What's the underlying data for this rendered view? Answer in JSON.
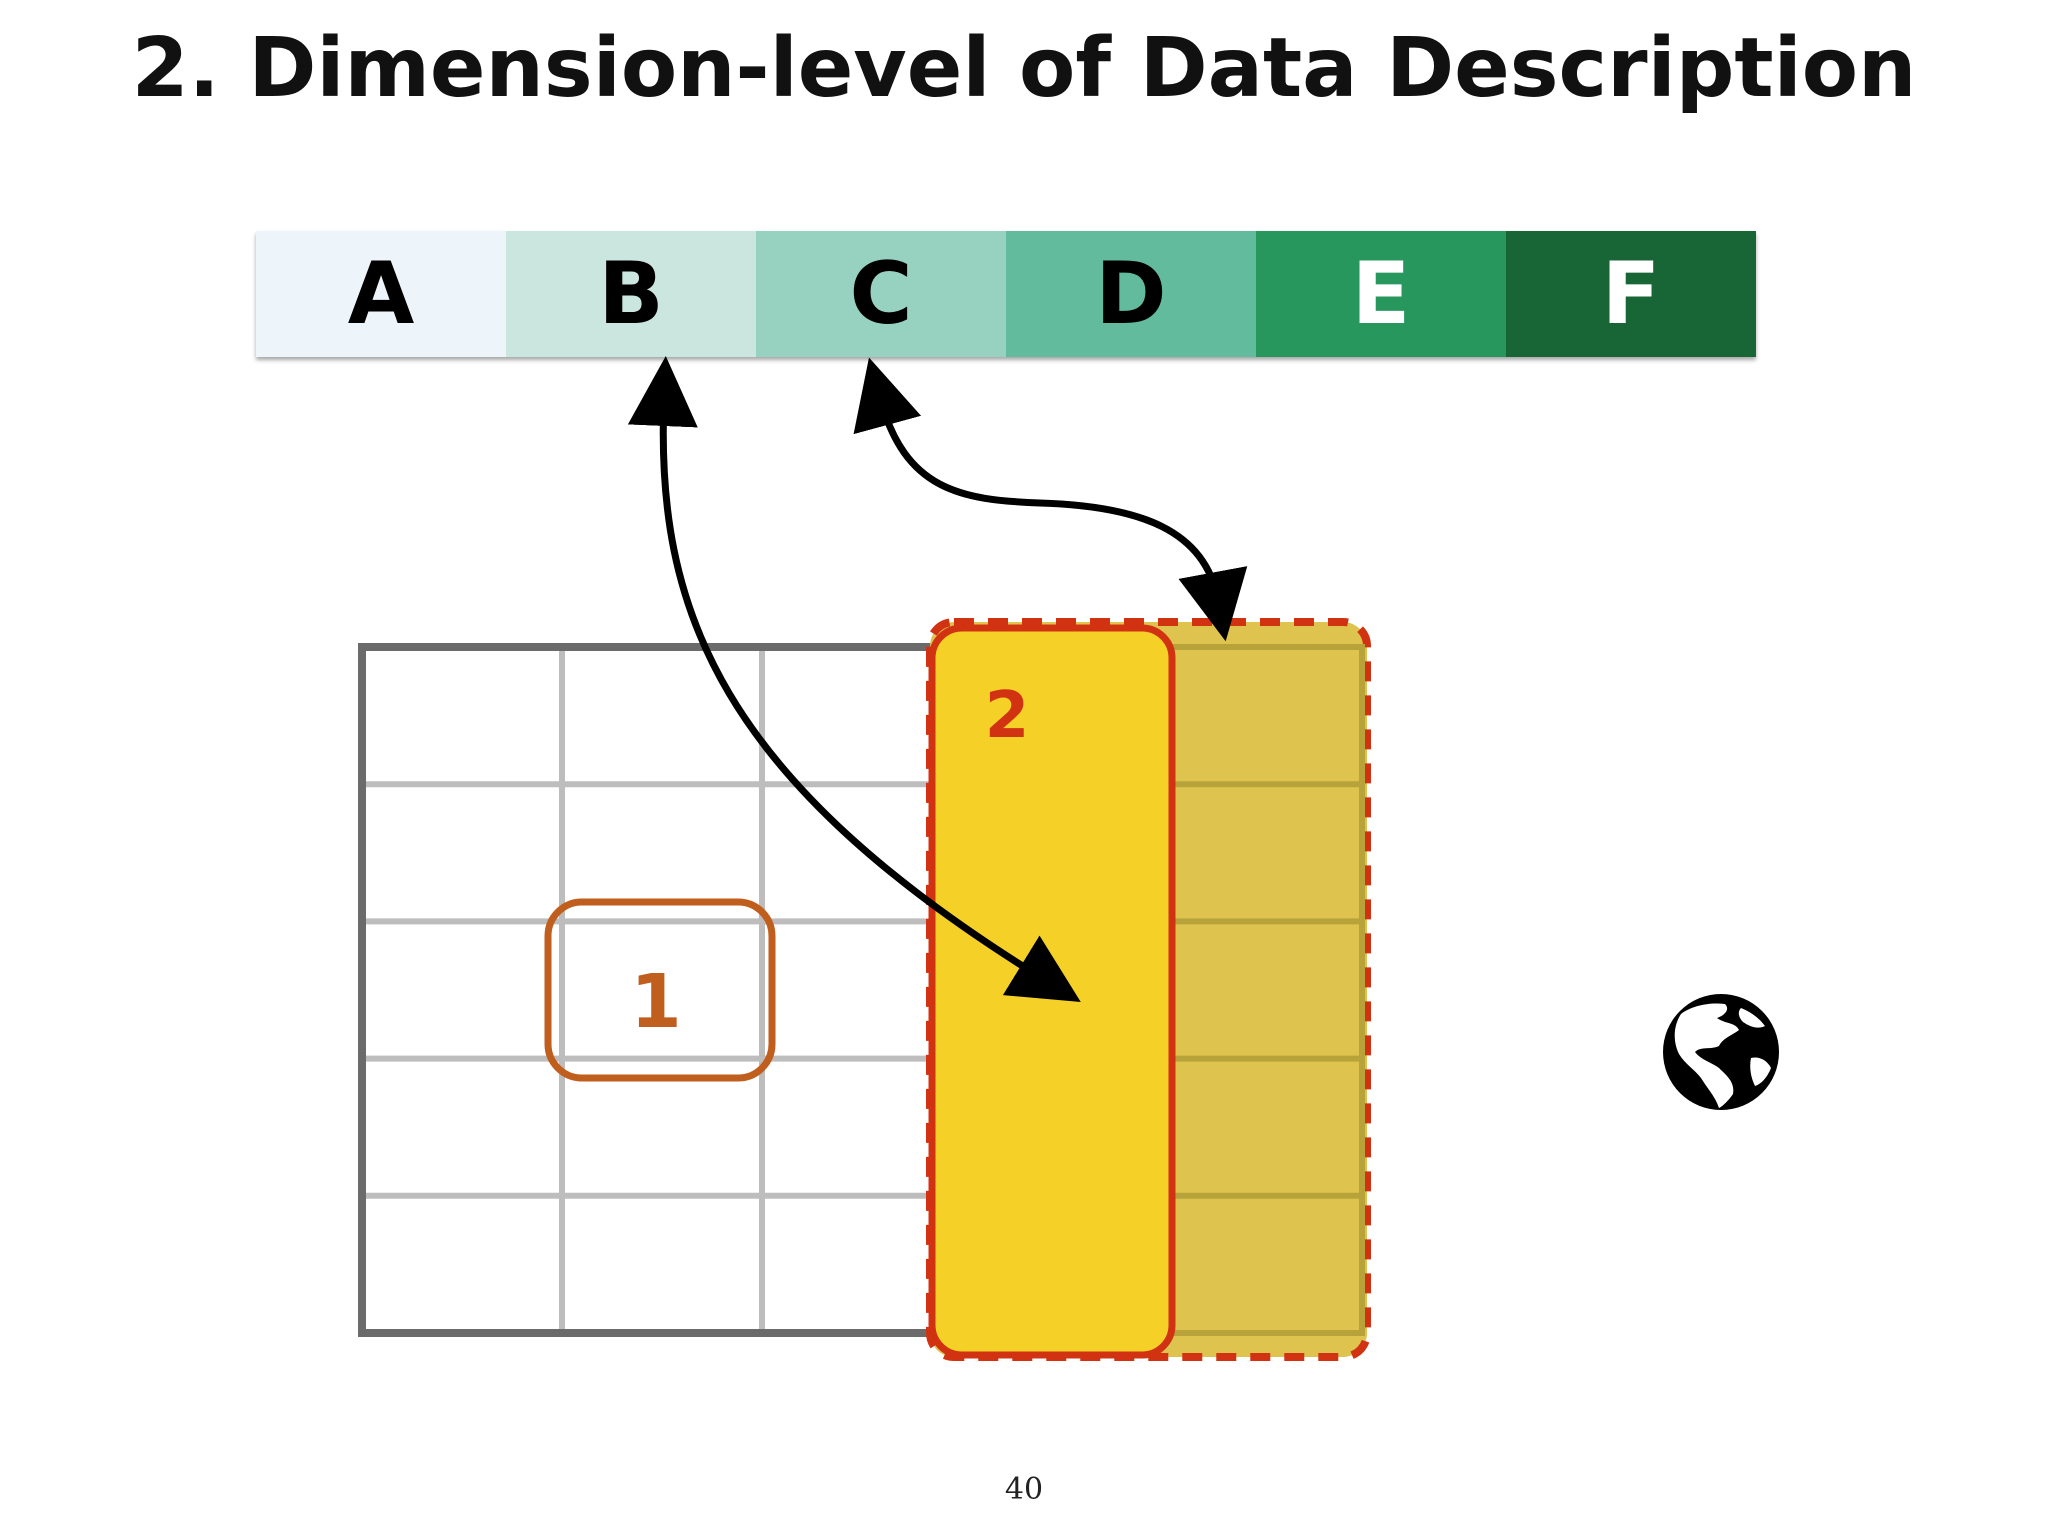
{
  "title": "2. Dimension-level of Data Description",
  "scale": {
    "cells": [
      {
        "label": "A",
        "bg": "#eef5fa",
        "fg": "#000000"
      },
      {
        "label": "B",
        "bg": "#cbe6df",
        "fg": "#000000"
      },
      {
        "label": "C",
        "bg": "#97d1bf",
        "fg": "#000000"
      },
      {
        "label": "D",
        "bg": "#61bb9c",
        "fg": "#000000"
      },
      {
        "label": "E",
        "bg": "#27975e",
        "fg": "#ffffff"
      },
      {
        "label": "F",
        "bg": "#186636",
        "fg": "#ffffff"
      }
    ]
  },
  "grid": {
    "rows": 5,
    "columns": 5,
    "border_color": "#6b6b6b",
    "line_color": "#bdbdbd"
  },
  "highlights": {
    "cell_label": "1",
    "cell_color": "#c05e1e",
    "column_label": "2",
    "column_fill": "#f5d128",
    "column_stroke": "#d13312",
    "column_shadow_fill": "#dec44e"
  },
  "arrows": [
    {
      "from": "B",
      "to": "column"
    },
    {
      "from": "C",
      "to": "column"
    }
  ],
  "icon": "globe-icon",
  "page_number": "40"
}
